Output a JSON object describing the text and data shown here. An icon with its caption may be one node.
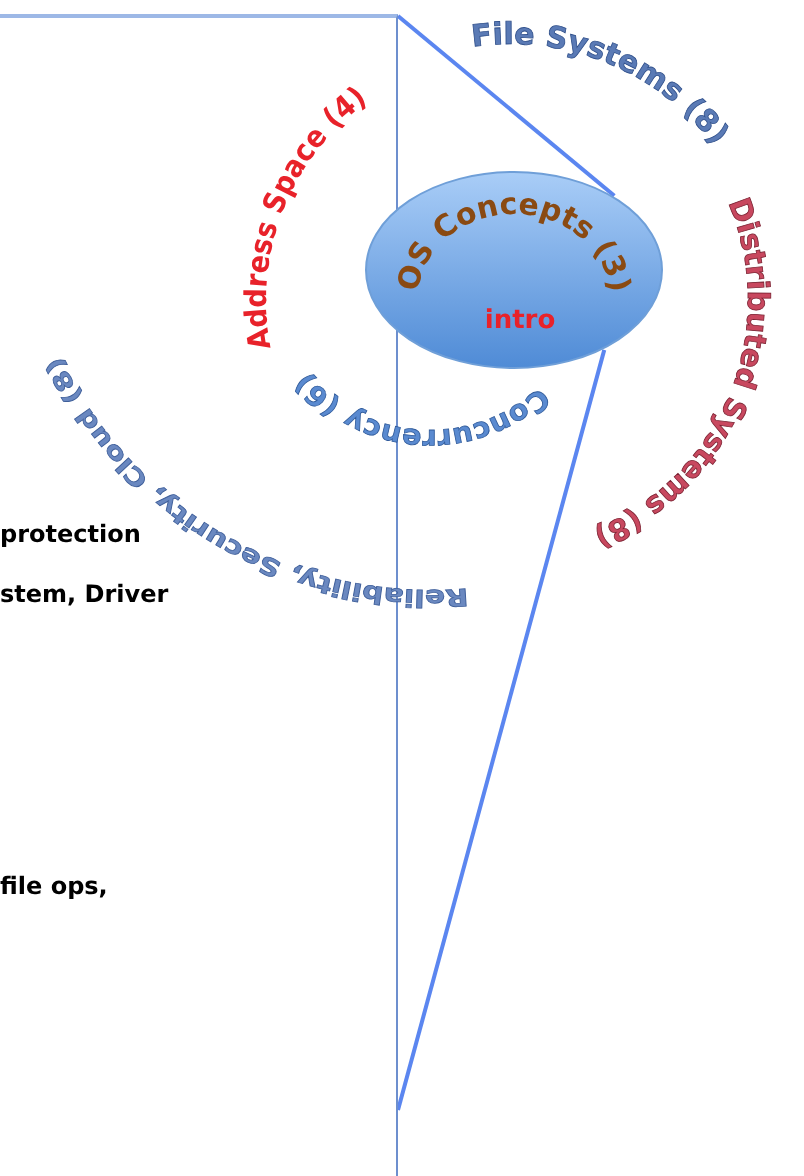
{
  "diagram": {
    "nodes": [
      {
        "text": [],
        "shape": "box"
      },
      {
        "text": [
          "OS Concepts (3)",
          "intro"
        ]
      }
    ],
    "edges": [
      {
        "from": 1,
        "to": 0,
        "arrow": "none"
      },
      {
        "from": 1,
        "to": 0,
        "arrow": "none"
      }
    ],
    "labels": [
      "File Systems (8)",
      "Address Space (4)",
      "Distributed Systems (8)",
      "Concurrency (6)",
      "Reliability, Security, Cloud (8)",
      "protection",
      "stem, Driver",
      "file ops,"
    ]
  }
}
